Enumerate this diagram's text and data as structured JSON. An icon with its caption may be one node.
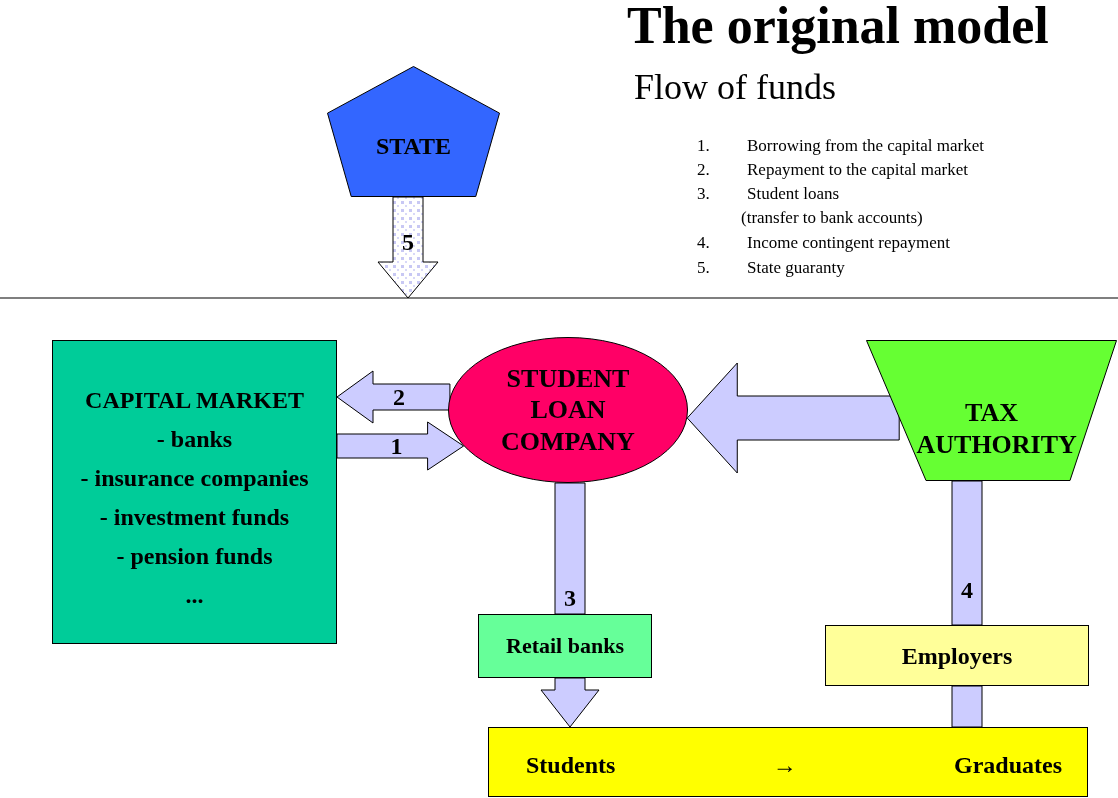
{
  "diagram": {
    "title": "The original model",
    "nodes": [
      {
        "text": [
          "STATE"
        ]
      },
      {
        "text": [
          "CAPITAL MARKET",
          "- banks",
          "- insurance companies",
          "- investment funds",
          "- pension funds",
          "..."
        ]
      },
      {
        "text": [
          "STUDENT LOAN COMPANY"
        ]
      },
      {
        "text": [
          "TAX AUTHORITY"
        ]
      },
      {
        "text": [
          "Retail banks"
        ]
      },
      {
        "text": [
          "Employers"
        ]
      },
      {
        "text": [
          "Students",
          "→",
          "Graduates"
        ]
      }
    ],
    "edges": [
      {
        "from": 0,
        "to": null,
        "arrow": "to",
        "label": "5"
      },
      {
        "from": 2,
        "to": 1,
        "arrow": "to",
        "label": "2"
      },
      {
        "from": 1,
        "to": 2,
        "arrow": "to",
        "label": "1"
      },
      {
        "from": 3,
        "to": 2,
        "arrow": "to"
      },
      {
        "from": 2,
        "to": 4,
        "arrow": "none",
        "label": "3"
      },
      {
        "from": 4,
        "to": 6,
        "arrow": "to"
      },
      {
        "from": 6,
        "to": 5,
        "arrow": "none"
      },
      {
        "from": 5,
        "to": 3,
        "arrow": "none",
        "label": "4"
      }
    ],
    "labels": [
      "Flow of funds",
      "1.",
      "Borrowing from the capital market",
      "2.",
      "Repayment to the capital market",
      "3.",
      "Student loans",
      "(transfer to bank accounts)",
      "4.",
      "Income contingent repayment",
      "5.",
      "State guaranty"
    ]
  }
}
